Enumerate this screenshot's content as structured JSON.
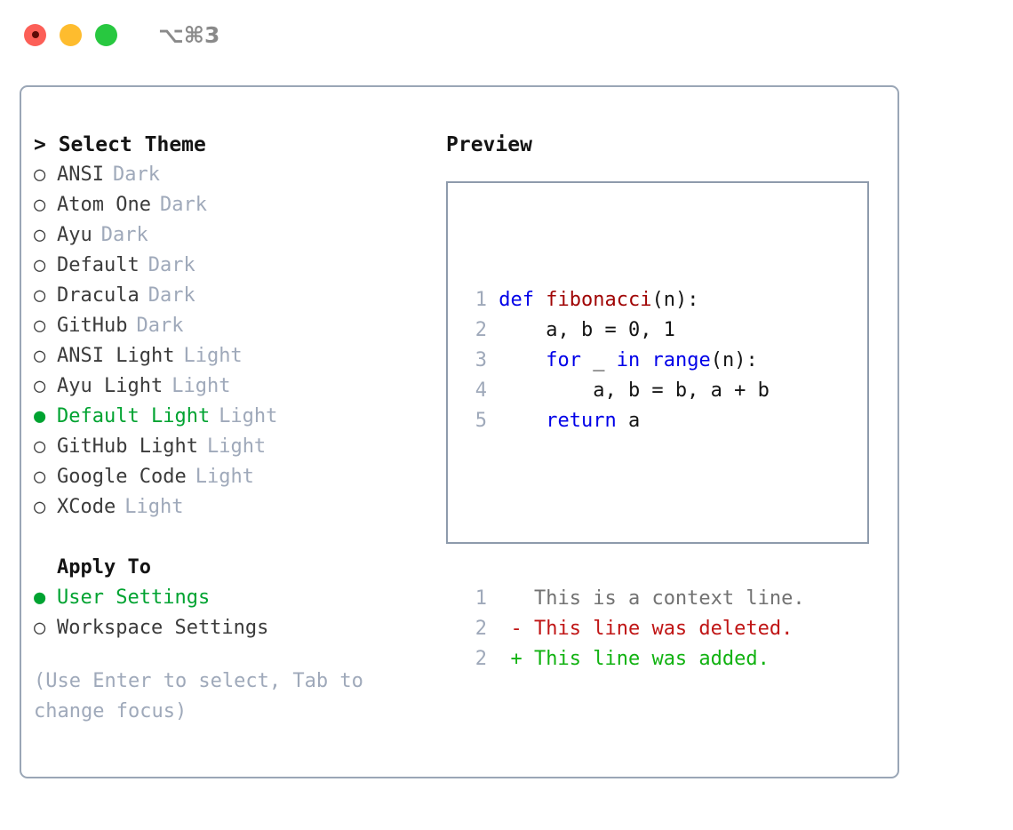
{
  "window": {
    "title": "⌥⌘3",
    "traffic_lights": [
      {
        "name": "close",
        "color": "#fc5f57"
      },
      {
        "name": "minimize",
        "color": "#febc2e"
      },
      {
        "name": "maximize",
        "color": "#28c840"
      }
    ]
  },
  "theme_picker": {
    "header": "> Select Theme",
    "items": [
      {
        "marker": "○",
        "name": "ANSI",
        "kind": "Dark",
        "selected": false
      },
      {
        "marker": "○",
        "name": "Atom One",
        "kind": "Dark",
        "selected": false
      },
      {
        "marker": "○",
        "name": "Ayu",
        "kind": "Dark",
        "selected": false
      },
      {
        "marker": "○",
        "name": "Default",
        "kind": "Dark",
        "selected": false
      },
      {
        "marker": "○",
        "name": "Dracula",
        "kind": "Dark",
        "selected": false
      },
      {
        "marker": "○",
        "name": "GitHub",
        "kind": "Dark",
        "selected": false
      },
      {
        "marker": "○",
        "name": "ANSI Light",
        "kind": "Light",
        "selected": false
      },
      {
        "marker": "○",
        "name": "Ayu Light",
        "kind": "Light",
        "selected": false
      },
      {
        "marker": "●",
        "name": "Default Light",
        "kind": "Light",
        "selected": true
      },
      {
        "marker": "○",
        "name": "GitHub Light",
        "kind": "Light",
        "selected": false
      },
      {
        "marker": "○",
        "name": "Google Code",
        "kind": "Light",
        "selected": false
      },
      {
        "marker": "○",
        "name": "XCode",
        "kind": "Light",
        "selected": false
      }
    ]
  },
  "apply_to": {
    "header": "Apply To",
    "items": [
      {
        "marker": "●",
        "name": "User Settings",
        "selected": true
      },
      {
        "marker": "○",
        "name": "Workspace Settings",
        "selected": false
      }
    ]
  },
  "hint": "(Use Enter to select, Tab to change focus)",
  "preview": {
    "title": "Preview",
    "code_lines": [
      {
        "num": "1",
        "tokens": [
          {
            "t": "def ",
            "c": "kw"
          },
          {
            "t": "fibonacci",
            "c": "fn"
          },
          {
            "t": "(n):",
            "c": "plain"
          }
        ]
      },
      {
        "num": "2",
        "tokens": [
          {
            "t": "    a, b = 0, 1",
            "c": "plain"
          }
        ]
      },
      {
        "num": "3",
        "tokens": [
          {
            "t": "    ",
            "c": "plain"
          },
          {
            "t": "for",
            "c": "kw"
          },
          {
            "t": " _ ",
            "c": "plain"
          },
          {
            "t": "in ",
            "c": "kw"
          },
          {
            "t": "range",
            "c": "kw"
          },
          {
            "t": "(n):",
            "c": "plain"
          }
        ]
      },
      {
        "num": "4",
        "tokens": [
          {
            "t": "        a, b = b, a + b",
            "c": "plain"
          }
        ]
      },
      {
        "num": "5",
        "tokens": [
          {
            "t": "    ",
            "c": "plain"
          },
          {
            "t": "return",
            "c": "kw"
          },
          {
            "t": " a",
            "c": "plain"
          }
        ]
      }
    ],
    "diff_lines": [
      {
        "num": "1",
        "sign": " ",
        "text": " This is a context line.",
        "c": "ctx"
      },
      {
        "num": "2",
        "sign": "-",
        "text": " This line was deleted.",
        "c": "del"
      },
      {
        "num": "2",
        "sign": "+",
        "text": " This line was added.",
        "c": "add"
      }
    ]
  },
  "colors": {
    "accent_green": "#00a331",
    "muted": "#9fa9ba",
    "keyword_blue": "#0000e8",
    "function_red": "#a00505",
    "diff_del": "#c01515",
    "diff_add": "#11b211",
    "border": "#9aa6b6"
  }
}
